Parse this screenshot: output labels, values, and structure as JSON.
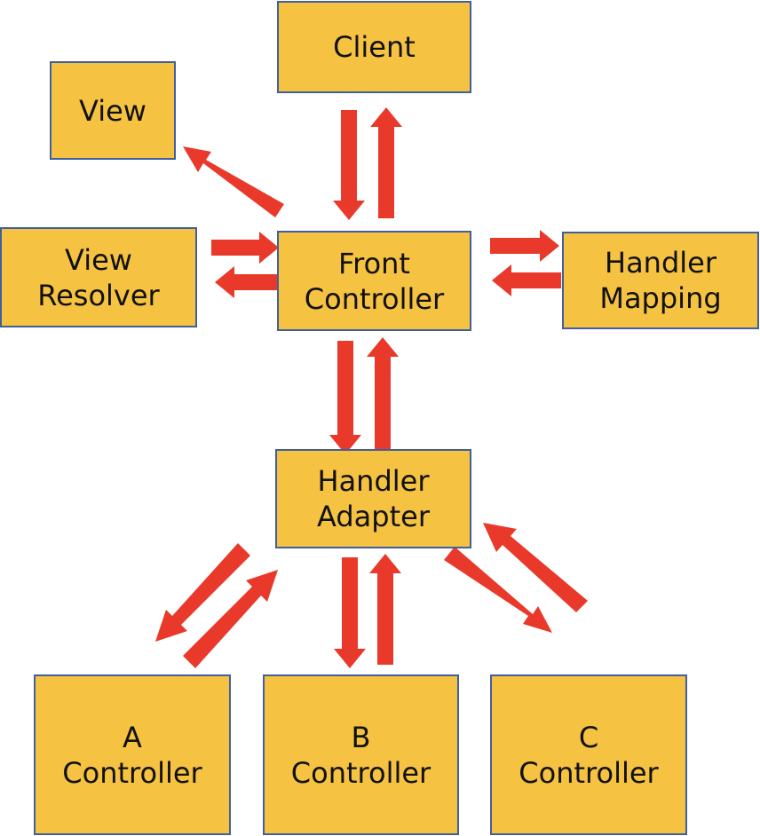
{
  "diagram": {
    "box_fill": "#f5c242",
    "box_border": "#3f5f9e",
    "arrow_color": "#e8392a",
    "nodes": {
      "client": {
        "lines": [
          "Client"
        ]
      },
      "view": {
        "lines": [
          "View"
        ]
      },
      "view_resolver": {
        "lines": [
          "View",
          "Resolver"
        ]
      },
      "front_controller": {
        "lines": [
          "Front",
          "Controller"
        ]
      },
      "handler_mapping": {
        "lines": [
          "Handler",
          "Mapping"
        ]
      },
      "handler_adapter": {
        "lines": [
          "Handler",
          "Adapter"
        ]
      },
      "a_controller": {
        "lines": [
          "A",
          "Controller"
        ]
      },
      "b_controller": {
        "lines": [
          "B",
          "Controller"
        ]
      },
      "c_controller": {
        "lines": [
          "C",
          "Controller"
        ]
      }
    },
    "edges": [
      {
        "from": "client",
        "to": "front_controller"
      },
      {
        "from": "front_controller",
        "to": "client"
      },
      {
        "from": "front_controller",
        "to": "view"
      },
      {
        "from": "view_resolver",
        "to": "front_controller"
      },
      {
        "from": "front_controller",
        "to": "view_resolver"
      },
      {
        "from": "front_controller",
        "to": "handler_mapping"
      },
      {
        "from": "handler_mapping",
        "to": "front_controller"
      },
      {
        "from": "front_controller",
        "to": "handler_adapter"
      },
      {
        "from": "handler_adapter",
        "to": "front_controller"
      },
      {
        "from": "handler_adapter",
        "to": "a_controller"
      },
      {
        "from": "a_controller",
        "to": "handler_adapter"
      },
      {
        "from": "handler_adapter",
        "to": "b_controller"
      },
      {
        "from": "b_controller",
        "to": "handler_adapter"
      },
      {
        "from": "handler_adapter",
        "to": "c_controller"
      },
      {
        "from": "c_controller",
        "to": "handler_adapter"
      }
    ]
  }
}
